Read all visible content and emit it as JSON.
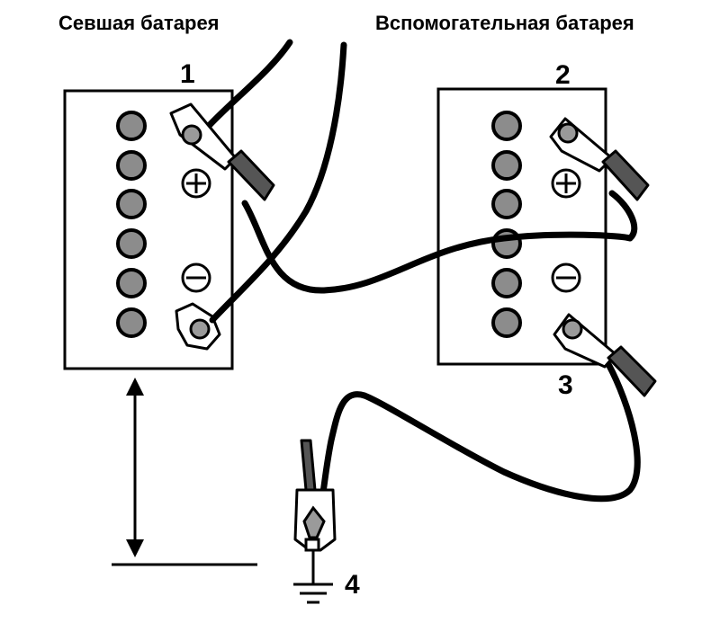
{
  "labels": {
    "dead_battery": "Севшая батарея",
    "booster_battery": "Вспомогательная батарея"
  },
  "callouts": [
    "1",
    "2",
    "3",
    "4"
  ],
  "symbols": {
    "plus": "+",
    "minus": "−"
  }
}
